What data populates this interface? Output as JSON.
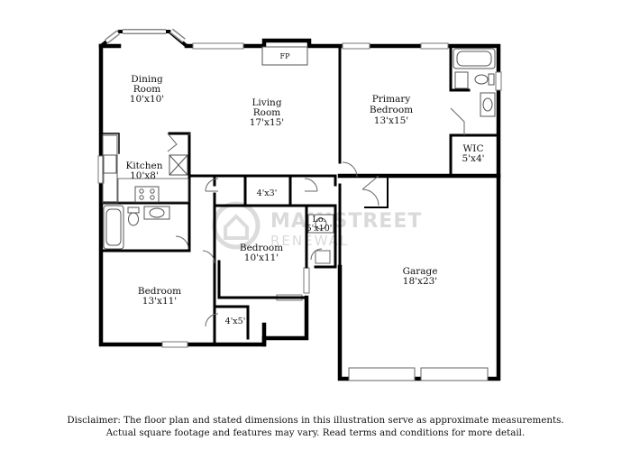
{
  "rooms": {
    "dining": {
      "name_line1": "Dining",
      "name_line2": "Room",
      "dims": "10'x10'"
    },
    "living": {
      "name_line1": "Living",
      "name_line2": "Room",
      "dims": "17'x15'"
    },
    "primary_bedroom": {
      "name_line1": "Primary",
      "name_line2": "Bedroom",
      "dims": "13'x15'"
    },
    "wic": {
      "name": "WIC",
      "dims": "5'x4'"
    },
    "kitchen": {
      "name": "Kitchen",
      "dims": "10'x8'"
    },
    "closet_4x3": {
      "dims": "4'x3'"
    },
    "laundry": {
      "name": "Lo.",
      "dims": "5'x10'"
    },
    "bedroom_center": {
      "name": "Bedroom",
      "dims": "10'x11'"
    },
    "garage": {
      "name": "Garage",
      "dims": "18'x23'"
    },
    "bedroom_left": {
      "name": "Bedroom",
      "dims": "13'x11'"
    },
    "closet_4x5": {
      "dims": "4'x5'"
    }
  },
  "fireplace": {
    "label": "FP"
  },
  "watermark": {
    "line1": "MAINSTREET",
    "line2": "RENEWAL"
  },
  "disclaimer": {
    "line1": "Disclaimer: The floor plan and stated dimensions in this illustration serve as approximate measurements.",
    "line2": "Actual square footage and features may vary. Read terms and conditions for more detail."
  }
}
